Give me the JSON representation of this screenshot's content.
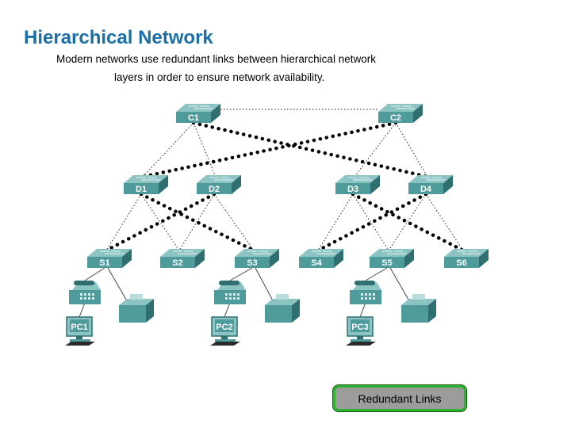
{
  "title": "Hierarchical Network",
  "subtitle_line1": "Modern networks use redundant links between hierarchical network",
  "subtitle_line2": "layers in order to ensure network availability.",
  "button_label": "Redundant Links",
  "colors": {
    "title": "#1a6fa7",
    "device": "#4f9a9a",
    "button_border": "#2fb22f"
  },
  "nodes": {
    "core": [
      {
        "id": "C1",
        "label": "C1",
        "icon": "switch-icon"
      },
      {
        "id": "C2",
        "label": "C2",
        "icon": "switch-icon"
      }
    ],
    "distribution": [
      {
        "id": "D1",
        "label": "D1",
        "icon": "switch-icon"
      },
      {
        "id": "D2",
        "label": "D2",
        "icon": "switch-icon"
      },
      {
        "id": "D3",
        "label": "D3",
        "icon": "switch-icon"
      },
      {
        "id": "D4",
        "label": "D4",
        "icon": "switch-icon"
      }
    ],
    "access": [
      {
        "id": "S1",
        "label": "S1",
        "icon": "switch-icon"
      },
      {
        "id": "S2",
        "label": "S2",
        "icon": "switch-icon"
      },
      {
        "id": "S3",
        "label": "S3",
        "icon": "switch-icon"
      },
      {
        "id": "S4",
        "label": "S4",
        "icon": "switch-icon"
      },
      {
        "id": "S5",
        "label": "S5",
        "icon": "switch-icon"
      },
      {
        "id": "S6",
        "label": "S6",
        "icon": "switch-icon"
      }
    ],
    "pcs": [
      {
        "id": "PC1",
        "label": "PC1",
        "icon": "pc-icon"
      },
      {
        "id": "PC2",
        "label": "PC2",
        "icon": "pc-icon"
      },
      {
        "id": "PC3",
        "label": "PC3",
        "icon": "pc-icon"
      }
    ],
    "phones": [
      {
        "id": "phone1",
        "icon": "ip-phone-icon"
      },
      {
        "id": "phone2",
        "icon": "ip-phone-icon"
      },
      {
        "id": "phone3",
        "icon": "ip-phone-icon"
      }
    ],
    "printers": [
      {
        "id": "printer1",
        "icon": "printer-icon"
      },
      {
        "id": "printer2",
        "icon": "printer-icon"
      },
      {
        "id": "printer3",
        "icon": "printer-icon"
      }
    ]
  },
  "links": {
    "primary": [
      [
        "C1",
        "C2"
      ],
      [
        "C1",
        "D1"
      ],
      [
        "C1",
        "D2"
      ],
      [
        "C2",
        "D3"
      ],
      [
        "C2",
        "D4"
      ],
      [
        "D1",
        "S1"
      ],
      [
        "D1",
        "S2"
      ],
      [
        "D2",
        "S2"
      ],
      [
        "D2",
        "S3"
      ],
      [
        "D3",
        "S4"
      ],
      [
        "D3",
        "S5"
      ],
      [
        "D4",
        "S5"
      ],
      [
        "D4",
        "S6"
      ]
    ],
    "redundant": [
      [
        "C1",
        "D4"
      ],
      [
        "C2",
        "D1"
      ],
      [
        "D1",
        "S3"
      ],
      [
        "D2",
        "S1"
      ],
      [
        "D3",
        "S6"
      ],
      [
        "D4",
        "S4"
      ]
    ]
  }
}
